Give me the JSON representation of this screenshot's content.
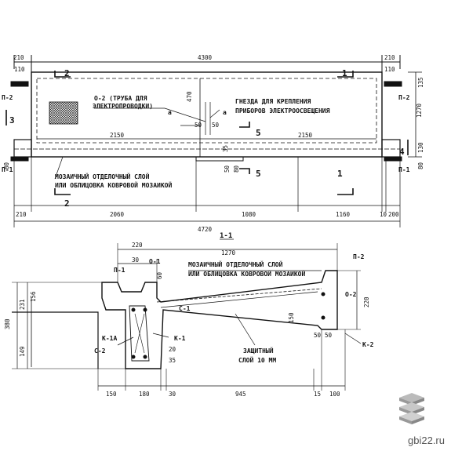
{
  "plan": {
    "dims_top": [
      "210",
      "4300",
      "210"
    ],
    "dims_mid": [
      "2150",
      "2150"
    ],
    "dims_bottom": [
      "210",
      "2060",
      "1080",
      "1160",
      "10",
      "200"
    ],
    "dim_total": "4720",
    "dim_height": "1270",
    "dim_470": "470",
    "dim_50a": "50",
    "dim_50b": "50",
    "dim_35": "35",
    "dim_50c": "50",
    "dim_80a": "80",
    "dim_right_135": "135",
    "dim_right_130": "130",
    "dim_right_80": "80",
    "dim_left_110": "110",
    "dim_left_80": "80",
    "dim_right_110": "110",
    "marks": {
      "p2_left": "П-2",
      "p2_right": "П-2",
      "p1_left": "П-1",
      "p1_right": "П-1",
      "sec3": "3",
      "sec4": "4",
      "sec2_top": "2",
      "sec1_top": "1",
      "sec2_bot": "2",
      "sec1_bot": "1",
      "sec5_top": "5",
      "sec5_bot": "5",
      "a1": "а",
      "a2": "а"
    },
    "note_pipe_1": "О-2 (ТРУБА ДЛЯ",
    "note_pipe_2": "ЭЛЕКТРОПРОВОДКИ)",
    "note_socket_1": "ГНЕЗДА ДЛЯ КРЕПЛЕНИЯ",
    "note_socket_2": "ПРИБОРОВ ЭЛЕКТРООСВЕЩЕНИЯ",
    "note_mosaic_1": "МОЗАИЧНЫЙ ОТДЕЛОЧНЫЙ СЛОЙ",
    "note_mosaic_2": "ИЛИ ОБЛИЦОВКА КОВРОВОЙ МОЗАИКОЙ"
  },
  "section": {
    "title": "1-1",
    "dims_top": [
      "220",
      "1270"
    ],
    "dim_30": "30",
    "dim_60": "60",
    "dim_left": [
      "380",
      "231",
      "156",
      "149"
    ],
    "dims_bottom": [
      "150",
      "180",
      "30",
      "945",
      "15",
      "100"
    ],
    "dim_150": "150",
    "dim_220": "220",
    "dim_50a": "50",
    "dim_50b": "50",
    "dim_20": "20",
    "dim_35": "35",
    "marks": {
      "p1": "П-1",
      "o1": "О-1",
      "p2": "П-2",
      "o2": "О-2",
      "s1": "С-1",
      "k1a": "К-1А",
      "s2": "С-2",
      "k1": "К-1",
      "k2": "К-2"
    },
    "note_mosaic_1": "МОЗАИЧНЫЙ ОТДЕЛОЧНЫЙ СЛОЙ",
    "note_mosaic_2": "ИЛИ ОБЛИЦОВКА КОВРОВОЙ МОЗАИКОЙ",
    "note_protect_1": "ЗАЩИТНЫЙ",
    "note_protect_2": "СЛОЙ 10 ММ"
  },
  "watermark": "gbi22.ru"
}
